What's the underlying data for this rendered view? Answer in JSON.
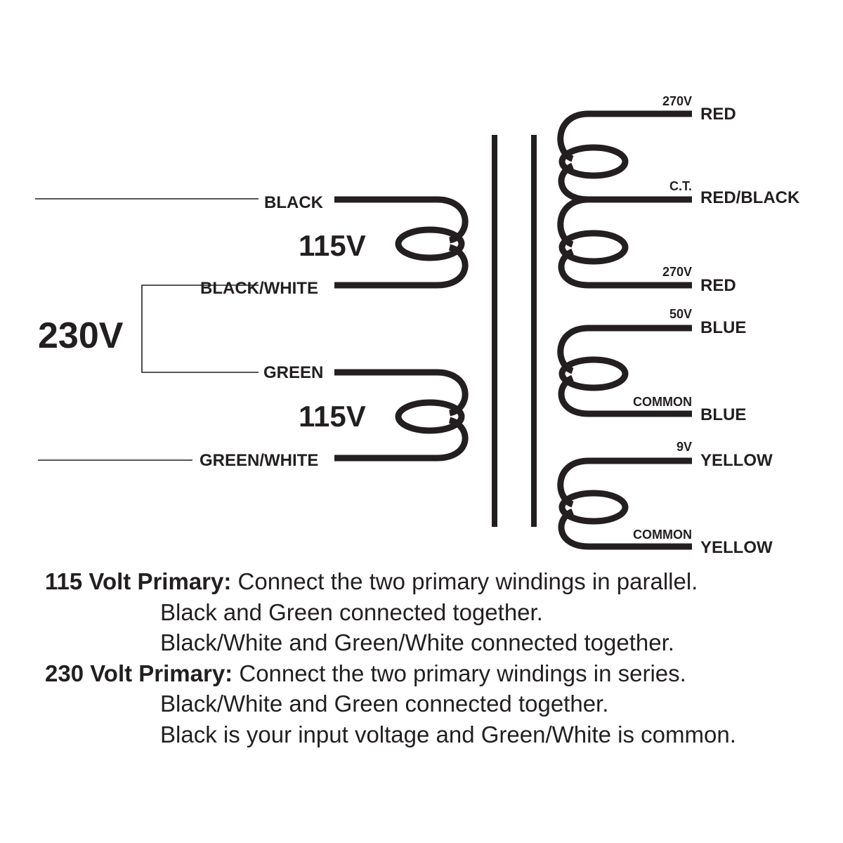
{
  "primary": {
    "input_voltage": "230V",
    "winding1": {
      "voltage": "115V",
      "start": "BLACK",
      "end": "BLACK/WHITE"
    },
    "winding2": {
      "voltage": "115V",
      "start": "GREEN",
      "end": "GREEN/WHITE"
    }
  },
  "secondary": [
    {
      "tap": "270V",
      "wire": "RED"
    },
    {
      "tap": "C.T.",
      "wire": "RED/BLACK"
    },
    {
      "tap": "270V",
      "wire": "RED"
    },
    {
      "tap": "50V",
      "wire": "BLUE"
    },
    {
      "tap": "COMMON",
      "wire": "BLUE"
    },
    {
      "tap": "9V",
      "wire": "YELLOW"
    },
    {
      "tap": "COMMON",
      "wire": "YELLOW"
    }
  ],
  "notes": {
    "p115_title": "115 Volt Primary:",
    "p115_text": " Connect the two primary windings in parallel.",
    "p115_line2": "Black and Green connected together.",
    "p115_line3": "Black/White and Green/White connected together.",
    "p230_title": "230 Volt Primary:",
    "p230_text": " Connect the two primary windings in series.",
    "p230_line2": "Black/White and Green connected together.",
    "p230_line3": "Black is your input voltage and Green/White is common."
  }
}
